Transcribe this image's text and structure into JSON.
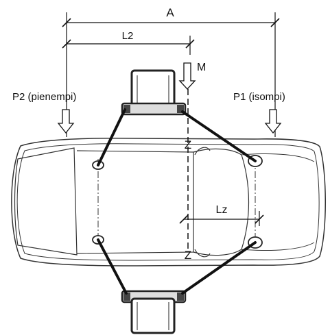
{
  "labels": {
    "dim_a": "A",
    "dim_l2": "L2",
    "marker_m": "M",
    "rear_load": "P2 (pienempi)",
    "front_load": "P1 (isompi)",
    "dim_lz": "Lz",
    "axis_z_top": "Z",
    "axis_z_bottom": "Z"
  },
  "colors": {
    "line": "#111111",
    "car_outline": "#333333",
    "lift_pad": "#444444",
    "background": "#ffffff"
  },
  "icons": {
    "load_arrow": "down-arrow-outline",
    "dimension_tick": "slash-tick"
  }
}
